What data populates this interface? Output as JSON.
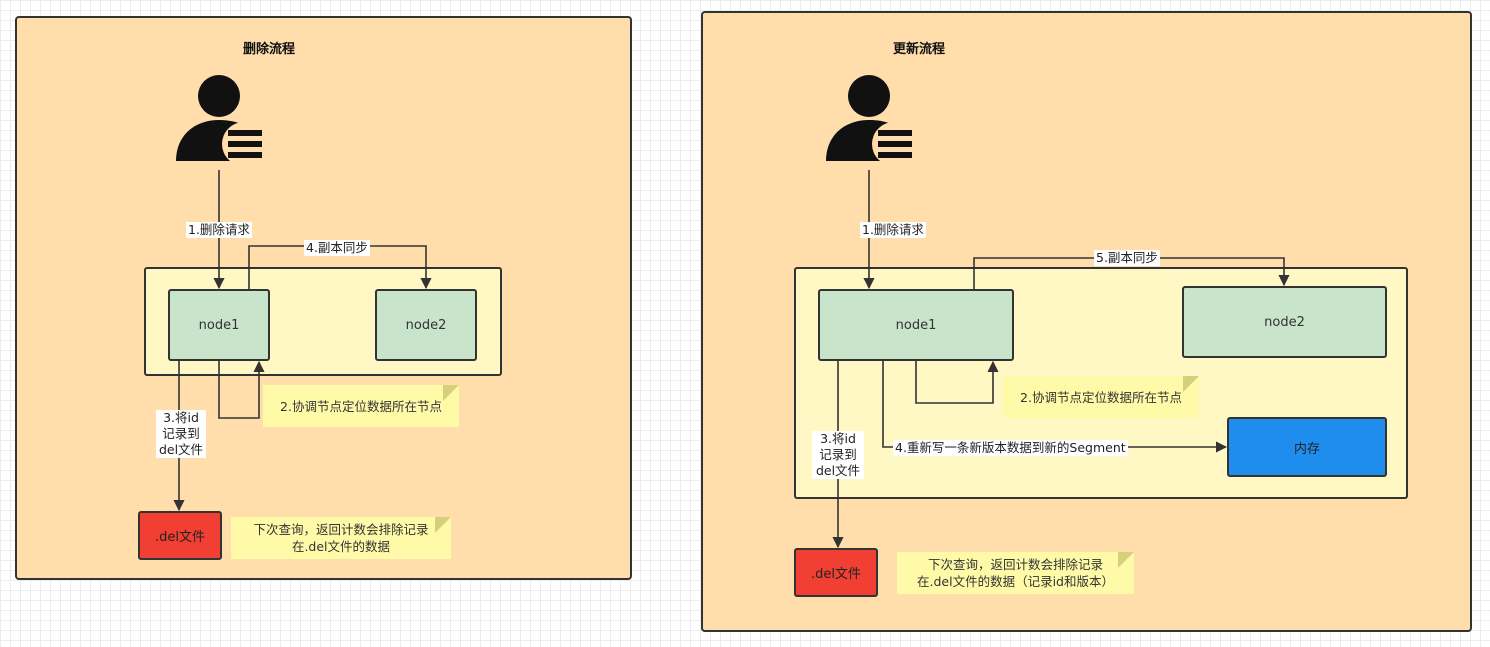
{
  "delete_flow": {
    "title": "删除流程",
    "user_icon": "user-list-icon",
    "node1": "node1",
    "node2": "node2",
    "del_file": ".del文件",
    "edge_request": "1.删除请求",
    "edge_sync": "4.副本同步",
    "edge_record": [
      "3.将id",
      "记录到",
      "del文件"
    ],
    "note_locate": "2.协调节点定位数据所在节点",
    "note_query": [
      "下次查询，返回计数会排除记录",
      "在.del文件的数据"
    ]
  },
  "update_flow": {
    "title": "更新流程",
    "user_icon": "user-list-icon",
    "node1": "node1",
    "node2": "node2",
    "memory": "内存",
    "del_file": ".del文件",
    "edge_request": "1.删除请求",
    "edge_sync": "5.副本同步",
    "edge_rewrite": "4.重新写一条新版本数据到新的Segment",
    "edge_record": [
      "3.将id",
      "记录到",
      "del文件"
    ],
    "note_locate": "2.协调节点定位数据所在节点",
    "note_query": [
      "下次查询，返回计数会排除记录",
      "在.del文件的数据（记录id和版本）"
    ]
  },
  "colors": {
    "panel": "#ffdeac",
    "cluster": "#fff8c4",
    "node": "#c8e5cc",
    "del_file": "#f13f33",
    "memory": "#1f8ded",
    "note": "#fffaa8"
  }
}
